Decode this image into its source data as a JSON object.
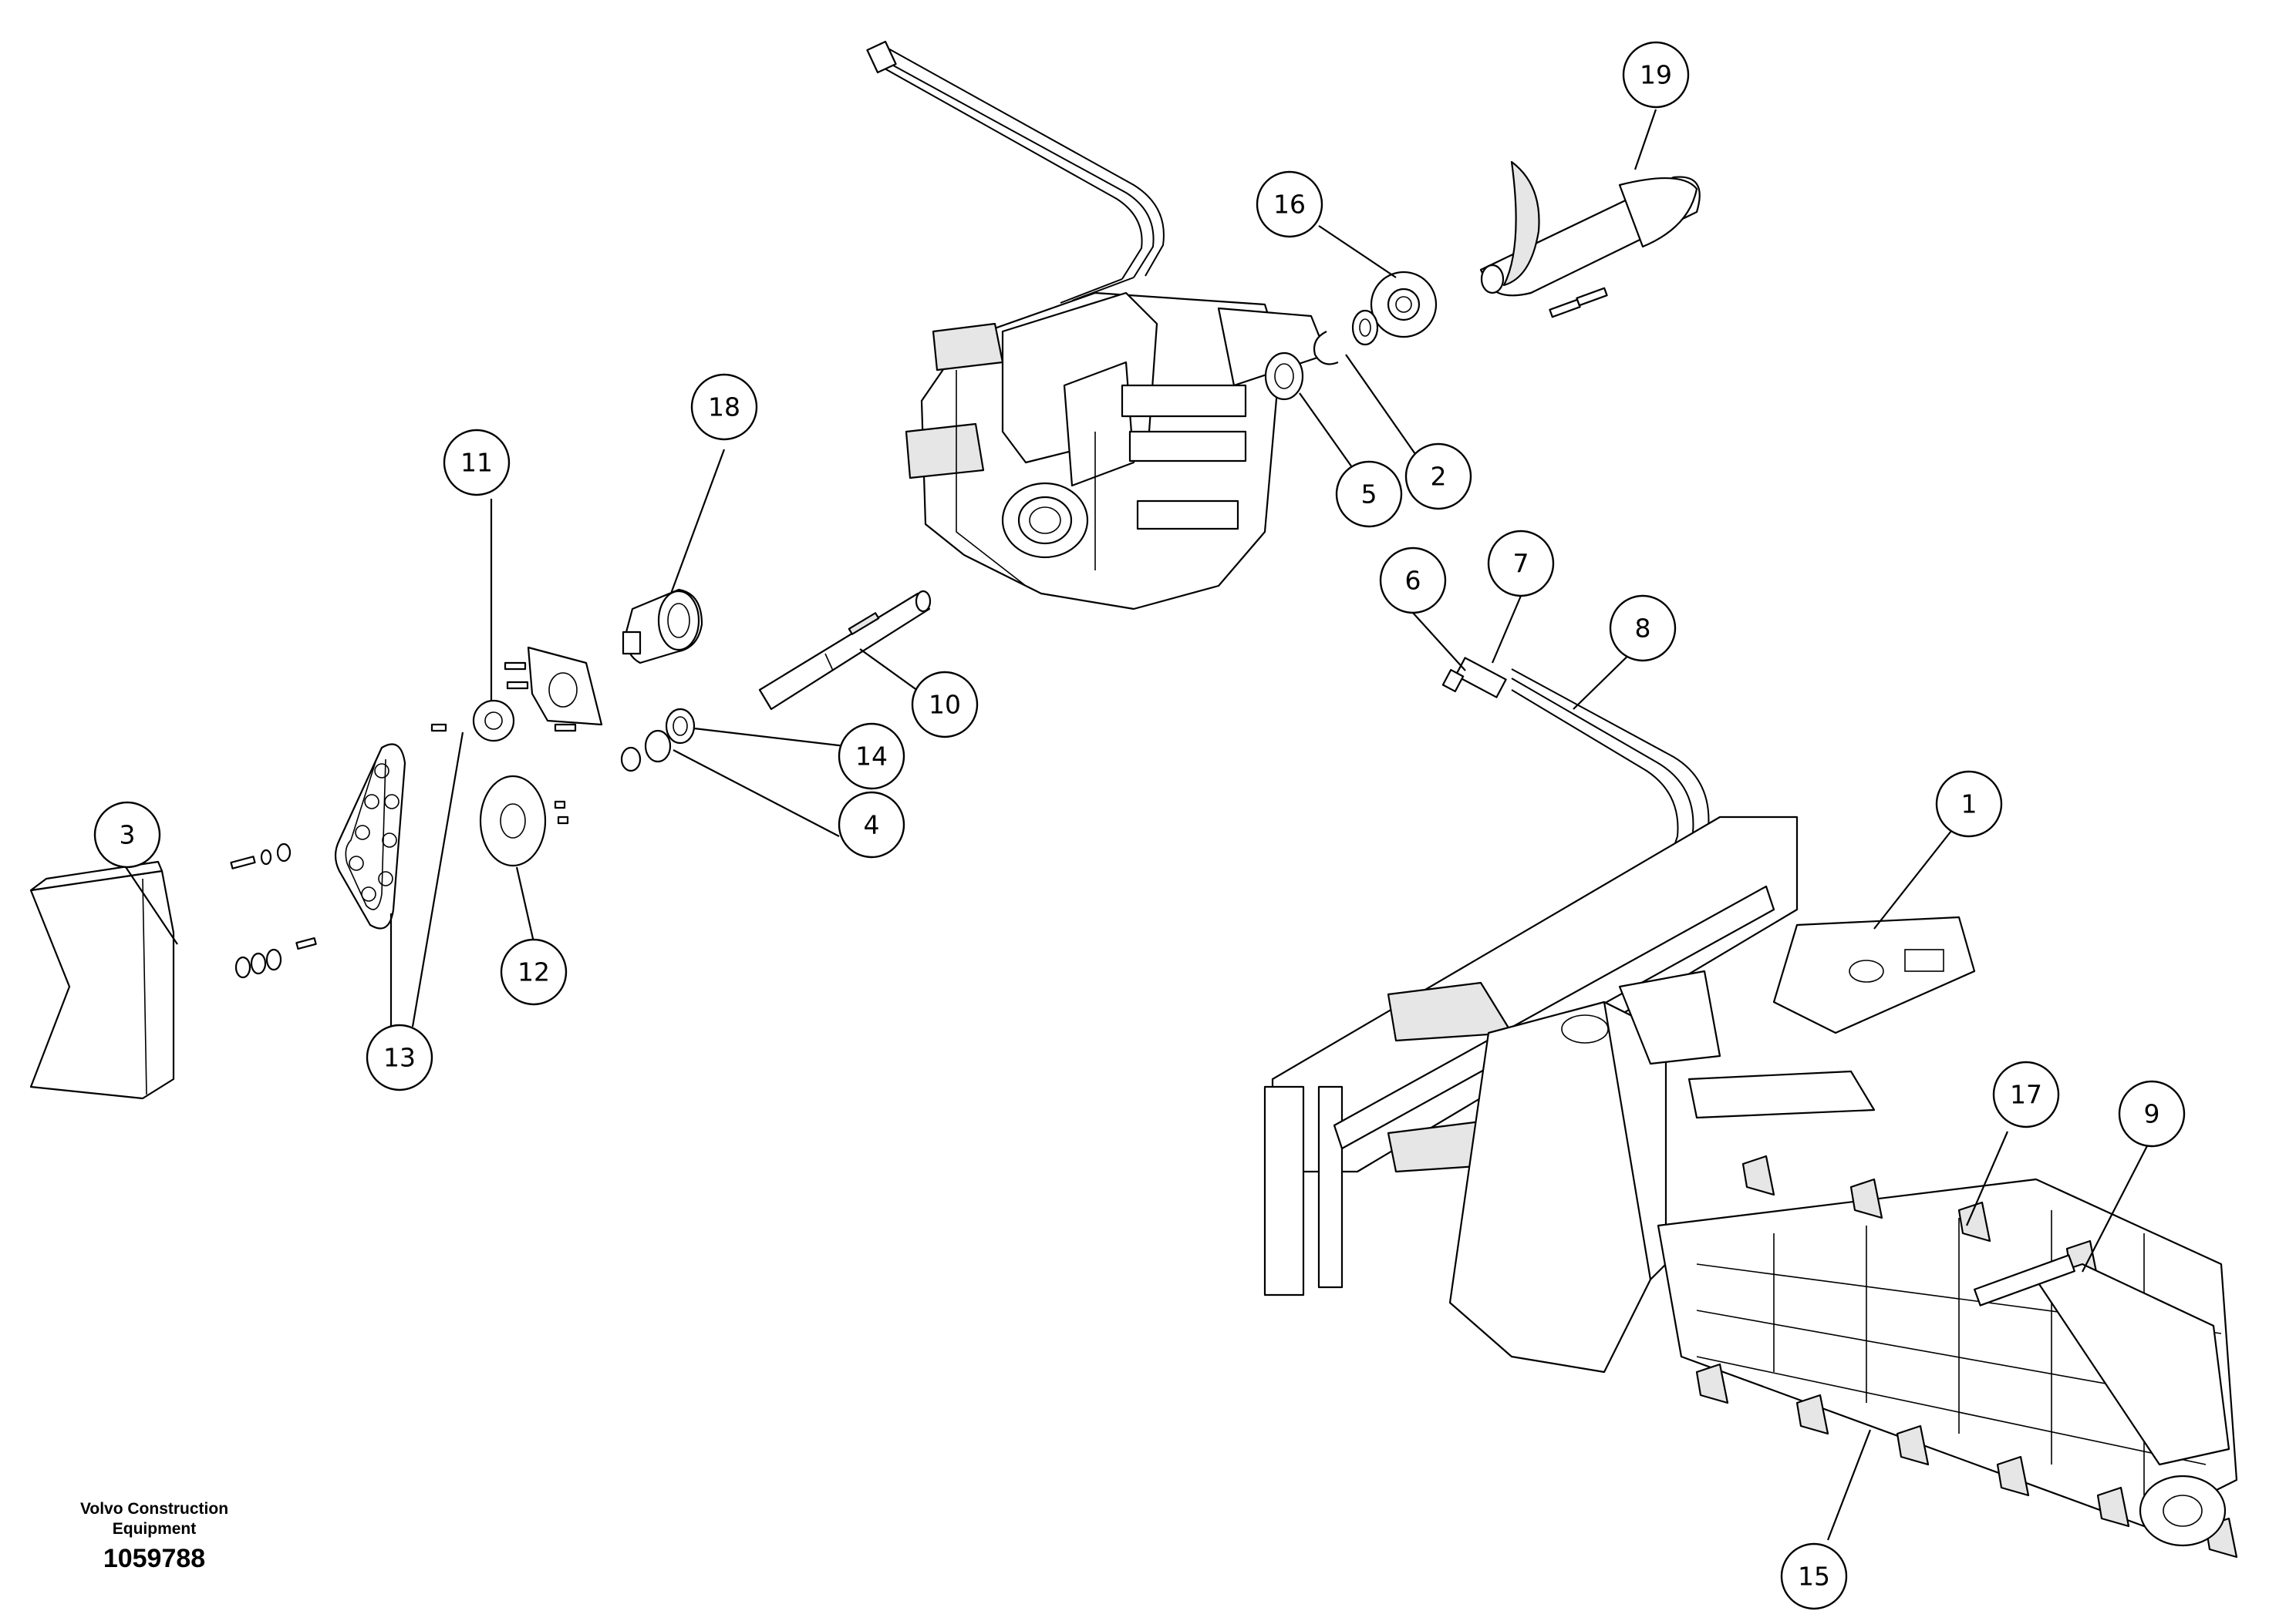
{
  "caption": {
    "brand_line1": "Volvo Construction",
    "brand_line2": "Equipment",
    "drawing_number": "1059788"
  },
  "callouts": {
    "c1": "1",
    "c2": "2",
    "c3": "3",
    "c4": "4",
    "c5": "5",
    "c6": "6",
    "c7": "7",
    "c8": "8",
    "c9": "9",
    "c10": "10",
    "c11": "11",
    "c12": "12",
    "c13": "13",
    "c14": "14",
    "c15": "15",
    "c16": "16",
    "c17": "17",
    "c18": "18",
    "c19": "19"
  }
}
